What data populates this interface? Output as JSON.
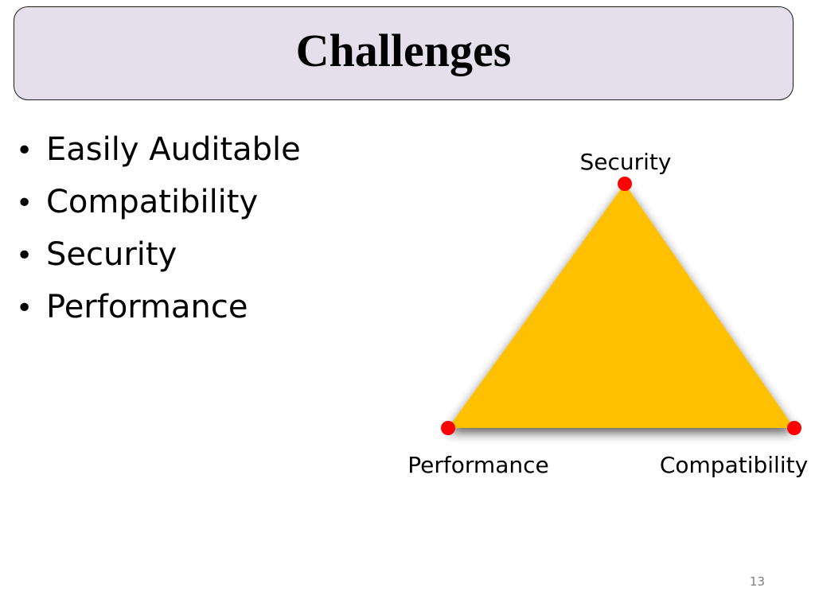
{
  "slide": {
    "title": "Challenges",
    "bullets": [
      "Easily Auditable",
      "Compatibility",
      "Security",
      "Performance"
    ],
    "bullet_glyph": "•",
    "page_number": "13"
  },
  "diagram": {
    "vertices": {
      "top": "Security",
      "bottom_left": "Performance",
      "bottom_right": "Compatibility"
    },
    "colors": {
      "triangle_fill": "#ffc000",
      "vertex_dot": "#ff0000",
      "title_background": "#e5dfec"
    }
  }
}
